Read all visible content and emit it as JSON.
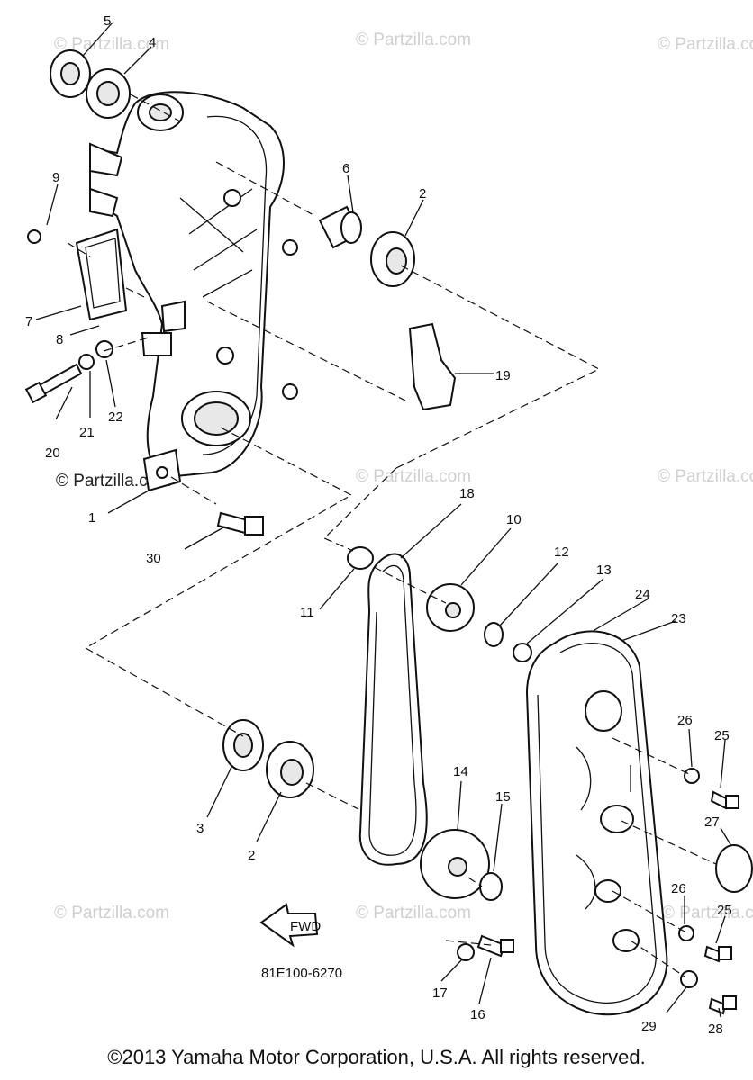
{
  "watermarks": [
    "© Partzilla.com",
    "© Partzilla.com",
    "© Partzilla.com",
    "© Partzilla.com",
    "© Partzilla.com",
    "© Partzilla.com",
    "© Partzilla.com",
    "© Partzilla.com",
    "© Partzilla.com"
  ],
  "dark_watermark": "© Partzilla.com",
  "callouts": [
    "5",
    "4",
    "6",
    "2",
    "9",
    "7",
    "8",
    "19",
    "20",
    "21",
    "22",
    "1",
    "30",
    "18",
    "10",
    "12",
    "13",
    "11",
    "24",
    "23",
    "26",
    "25",
    "27",
    "3",
    "2",
    "14",
    "15",
    "26",
    "25",
    "17",
    "16",
    "29",
    "28"
  ],
  "drawing_code": "81E100-6270",
  "fwd_label": "FWD",
  "copyright": "©2013 Yamaha Motor Corporation, U.S.A. All rights reserved."
}
